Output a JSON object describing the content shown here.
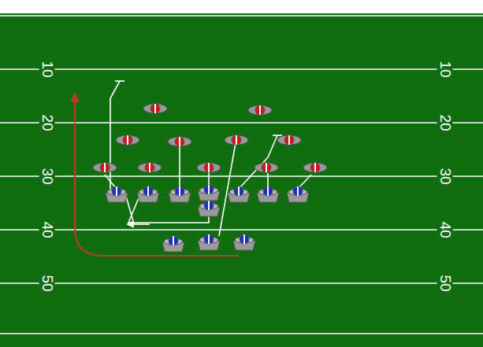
{
  "diagram": {
    "labels": [
      "10",
      "20",
      "30",
      "40",
      "50",
      "10",
      "20",
      "30",
      "40",
      "50"
    ]
  }
}
